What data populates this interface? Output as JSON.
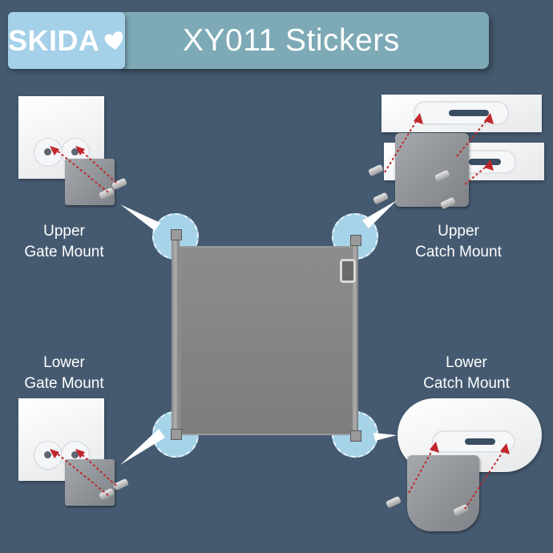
{
  "header": {
    "brand": "SKIDA",
    "brand_icon": "heart-icon",
    "title": "XY011 Stickers"
  },
  "mounts": {
    "upper_gate": {
      "line1": "Upper",
      "line2": "Gate Mount"
    },
    "upper_catch": {
      "line1": "Upper",
      "line2": "Catch Mount"
    },
    "lower_gate": {
      "line1": "Lower",
      "line2": "Gate Mount"
    },
    "lower_catch": {
      "line1": "Lower",
      "line2": "Catch Mount"
    }
  },
  "colors": {
    "background": "#455a70",
    "brand_badge": "#a4d0e8",
    "title_bar": "#7daab6",
    "callout_circle": "#a7d3e8",
    "arrow": "#c0272d",
    "gate_mesh": "#858585"
  }
}
